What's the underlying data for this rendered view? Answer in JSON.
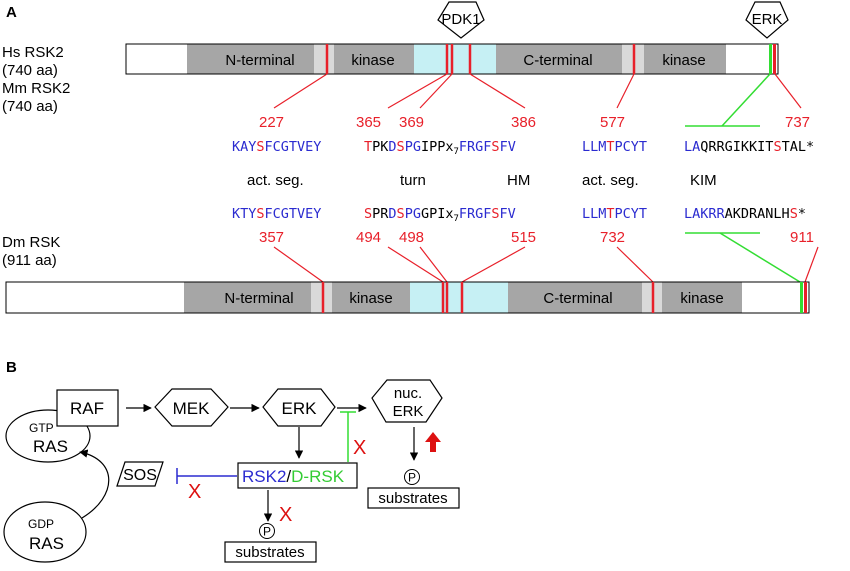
{
  "panel_a": {
    "label": "A",
    "top_labels": {
      "line1": "Hs RSK2",
      "line2": "(740 aa)",
      "line3": "Mm RSK2",
      "line4": "(740 aa)"
    },
    "bottom_labels": {
      "line1": "Dm RSK",
      "line2": "(911 aa)"
    },
    "kinases": {
      "pdk1": "PDK1",
      "erk": "ERK"
    },
    "domains": {
      "n_terminal": "N-terminal",
      "kinase": "kinase",
      "c_terminal": "C-terminal"
    },
    "top_positions": [
      "227",
      "365",
      "369",
      "386",
      "577",
      "737"
    ],
    "bottom_positions": [
      "357",
      "494",
      "498",
      "515",
      "732",
      "911"
    ],
    "motif_labels": [
      "act. seg.",
      "turn",
      "HM",
      "act. seg.",
      "KIM"
    ],
    "seq_top": {
      "s1": [
        {
          "t": "KAY",
          "c": "blue"
        },
        {
          "t": "S",
          "c": "red"
        },
        {
          "t": "FCGTVEY",
          "c": "blue"
        }
      ],
      "s2": [
        {
          "t": "T",
          "c": "red"
        },
        {
          "t": "PK",
          "c": "black"
        },
        {
          "t": "D",
          "c": "blue"
        },
        {
          "t": "S",
          "c": "red"
        },
        {
          "t": "PG",
          "c": "blue"
        },
        {
          "t": "IP",
          "c": "black"
        },
        {
          "t": "Px",
          "c": "black"
        },
        {
          "t": "7",
          "c": "black",
          "sub": true
        },
        {
          "t": "FRGF",
          "c": "blue"
        },
        {
          "t": "S",
          "c": "red"
        },
        {
          "t": "FV",
          "c": "blue"
        }
      ],
      "s3": [
        {
          "t": "LLM",
          "c": "blue"
        },
        {
          "t": "T",
          "c": "red"
        },
        {
          "t": "PCYT",
          "c": "blue"
        }
      ],
      "s4": [
        {
          "t": "LA",
          "c": "blue"
        },
        {
          "t": "QRR",
          "c": "black"
        },
        {
          "t": "GIKKIT",
          "c": "black"
        },
        {
          "t": "S",
          "c": "red"
        },
        {
          "t": "TAL*",
          "c": "black"
        }
      ]
    },
    "seq_bottom": {
      "s1": [
        {
          "t": "KTY",
          "c": "blue"
        },
        {
          "t": "S",
          "c": "red"
        },
        {
          "t": "FCGTVEY",
          "c": "blue"
        }
      ],
      "s2": [
        {
          "t": "S",
          "c": "red"
        },
        {
          "t": "PR",
          "c": "black"
        },
        {
          "t": "D",
          "c": "blue"
        },
        {
          "t": "S",
          "c": "red"
        },
        {
          "t": "PG",
          "c": "blue"
        },
        {
          "t": "GPIx",
          "c": "black"
        },
        {
          "t": "7",
          "c": "black",
          "sub": true
        },
        {
          "t": "FRGF",
          "c": "blue"
        },
        {
          "t": "S",
          "c": "red"
        },
        {
          "t": "FV",
          "c": "blue"
        }
      ],
      "s3": [
        {
          "t": "LLM",
          "c": "blue"
        },
        {
          "t": "T",
          "c": "red"
        },
        {
          "t": "PCYT",
          "c": "blue"
        }
      ],
      "s4": [
        {
          "t": "LA",
          "c": "blue"
        },
        {
          "t": "KRR",
          "c": "blue"
        },
        {
          "t": "AKDRANLH",
          "c": "black"
        },
        {
          "t": "S",
          "c": "red"
        },
        {
          "t": "*",
          "c": "black"
        }
      ]
    }
  },
  "panel_b": {
    "label": "B",
    "nodes": {
      "raf": "RAF",
      "mek": "MEK",
      "erk": "ERK",
      "nuc_erk_line1": "nuc.",
      "nuc_erk_line2": "ERK",
      "gtp": "GTP",
      "ras_top": "RAS",
      "gdp": "GDP",
      "ras_bottom": "RAS",
      "sos": "SOS",
      "rsk2": "RSK2",
      "slash": "/",
      "drsk": "D-RSK",
      "phospho": "P",
      "substrates": "substrates"
    },
    "marks": {
      "block": "X"
    }
  },
  "colors": {
    "domain_gray": "#a6a6a6",
    "kinase_light": "#d9d9d9",
    "linker_cyan": "#c6f0f4",
    "site_red": "#e8202a",
    "seq_blue": "#2b2bd0",
    "kim_green": "#33dd33",
    "arrow_red": "#dd1111"
  }
}
